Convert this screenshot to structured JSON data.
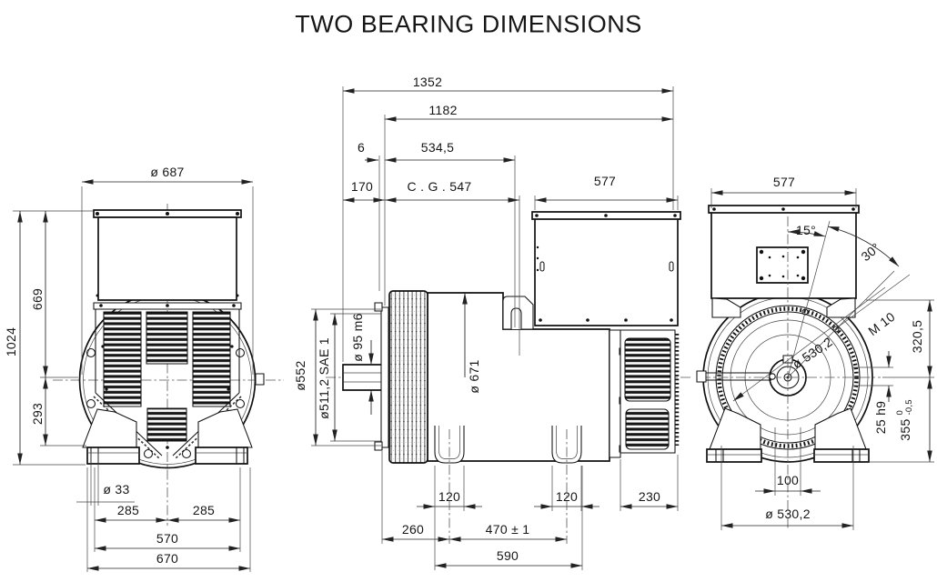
{
  "title": "TWO BEARING DIMENSIONS",
  "front": {
    "dia_top": "ø 687",
    "height_total": "1024",
    "height_upper": "669",
    "height_lower": "293",
    "foot_hole": "ø 33",
    "foot_left": "285",
    "foot_right": "285",
    "foot_span": "570",
    "base_width": "670"
  },
  "side": {
    "length_total": "1352",
    "length_frame": "1182",
    "gap": "6",
    "length_front": "534,5",
    "shaft_ext": "170",
    "cg": "C . G . 547",
    "box_width": "577",
    "dia_flange": "ø552",
    "flange_spec": "ø511,2   SAE  1",
    "shaft_dia": "ø 95 m6",
    "dia_body": "ø 671",
    "foot_front": "120",
    "foot_rear": "120",
    "rear_depth": "230",
    "foot_offset": "260",
    "foot_pitch": "470 ± 1",
    "foot_total": "590"
  },
  "rear": {
    "box_width": "577",
    "angle_a": "15°",
    "angle_b": "30°",
    "thread": "M 10",
    "bolt_circle": "ø 530,2",
    "height_upper": "320,5",
    "key": "25 h9",
    "height_axis": "355",
    "tol_high": "0",
    "tol_low": "-0,5",
    "hole_pitch": "100",
    "bolt_circle_bottom": "ø 530,2"
  }
}
